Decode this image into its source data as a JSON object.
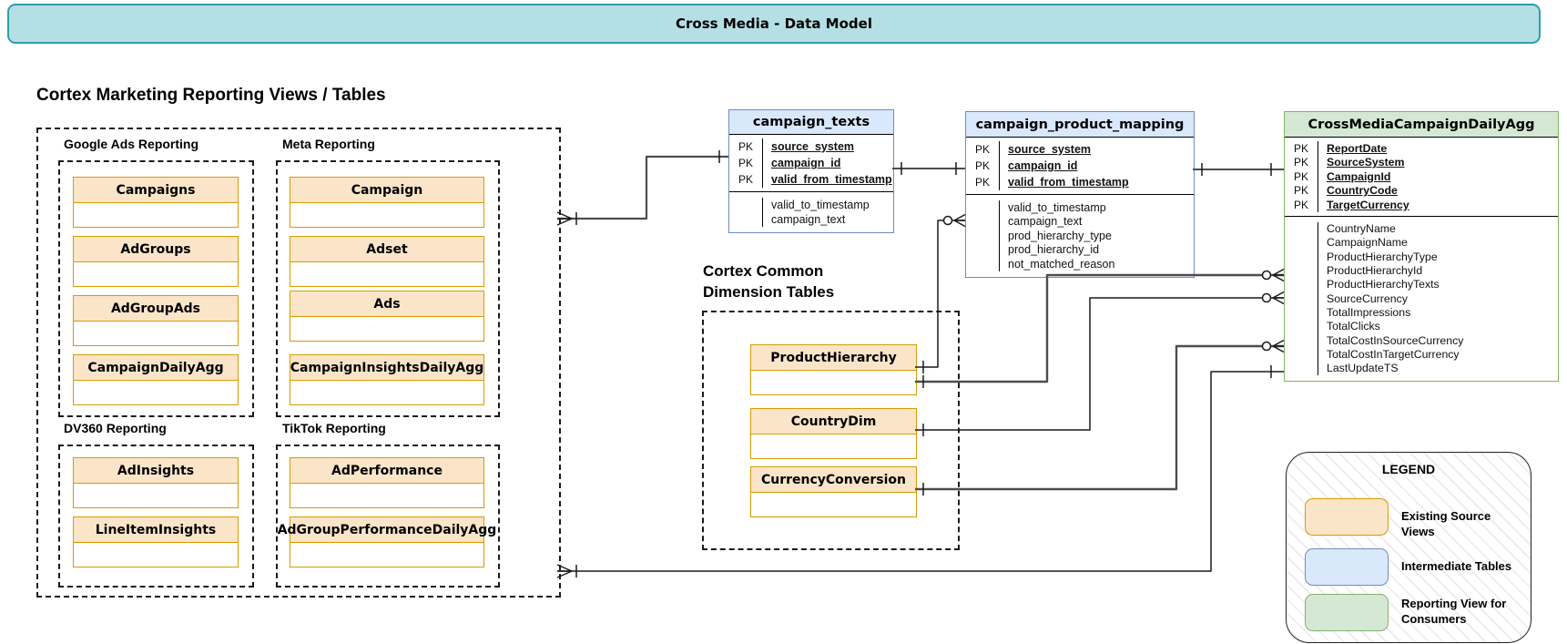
{
  "title_bar": {
    "title": "Cross Media - Data Model"
  },
  "sections": {
    "marketing": {
      "heading": "Cortex Marketing Reporting Views / Tables",
      "groups": [
        {
          "label": "Google Ads Reporting",
          "entities": [
            "Campaigns",
            "AdGroups",
            "AdGroupAds",
            "CampaignDailyAgg"
          ]
        },
        {
          "label": "Meta Reporting",
          "entities": [
            "Campaign",
            "Adset",
            "Ads",
            "CampaignInsightsDailyAgg"
          ]
        },
        {
          "label": "DV360 Reporting",
          "entities": [
            "AdInsights",
            "LineItemInsights"
          ]
        },
        {
          "label": "TikTok Reporting",
          "entities": [
            "AdPerformance",
            "AdGroupPerformanceDailyAgg"
          ]
        }
      ]
    },
    "dimensions": {
      "heading_line1": "Cortex Common",
      "heading_line2": "Dimension Tables",
      "entities": [
        "ProductHierarchy",
        "CountryDim",
        "CurrencyConversion"
      ]
    }
  },
  "tables": {
    "campaign_texts": {
      "title": "campaign_texts",
      "pk_label": "PK",
      "pk": [
        "source_system",
        "campaign_id",
        "valid_from_timestamp"
      ],
      "fields": [
        "valid_to_timestamp",
        "campaign_text"
      ]
    },
    "campaign_product_mapping": {
      "title": "campaign_product_mapping",
      "pk_label": "PK",
      "pk": [
        "source_system",
        "campaign_id",
        "valid_from_timestamp"
      ],
      "fields": [
        "valid_to_timestamp",
        "campaign_text",
        "prod_hierarchy_type",
        "prod_hierarchy_id",
        "not_matched_reason"
      ]
    },
    "cross_media": {
      "title": "CrossMediaCampaignDailyAgg",
      "pk_label": "PK",
      "pk": [
        "ReportDate",
        "SourceSystem",
        "CampaignId",
        "CountryCode",
        "TargetCurrency"
      ],
      "fields": [
        "CountryName",
        "CampaignName",
        "ProductHierarchyType",
        "ProductHierarchyId",
        "ProductHierarchyTexts",
        "SourceCurrency",
        "TotalImpressions",
        "TotalClicks",
        "TotalCostInSourceCurrency",
        "TotalCostInTargetCurrency",
        "LastUpdateTS"
      ]
    }
  },
  "legend": {
    "title": "LEGEND",
    "items": [
      {
        "label": "Existing Source Views",
        "fill": "#fbe5c8",
        "border": "#d79b00"
      },
      {
        "label": "Intermediate Tables",
        "fill": "#dae8fc",
        "border": "#6c8ebf"
      },
      {
        "label": "Reporting View for Consumers",
        "fill": "#d5e8d4",
        "border": "#82b366"
      }
    ]
  },
  "colors": {
    "banner_fill": "#b4e0e5",
    "banner_border": "#2f9fa9",
    "source_view_fill": "#fbe5c8",
    "source_view_border": "#d79b00",
    "intermediate_fill": "#dae8fc",
    "intermediate_border": "#6c8ebf",
    "reporting_fill": "#d5e8d4",
    "reporting_border": "#82b366"
  }
}
